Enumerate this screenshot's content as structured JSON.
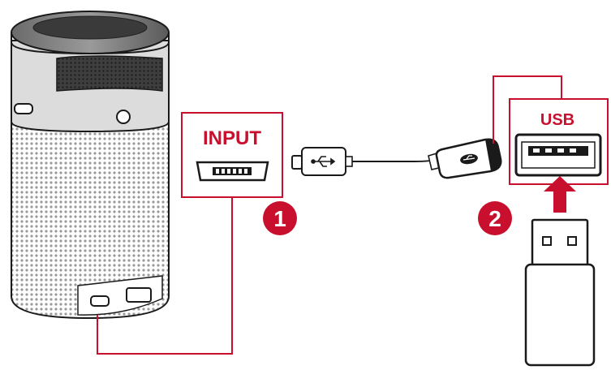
{
  "labels": {
    "input": "INPUT",
    "usb": "USB",
    "step1": "1",
    "step2": "2"
  },
  "colors": {
    "accent": "#c8102e",
    "outline": "#1a1a1a",
    "device_top": "#5a5a5a",
    "device_body": "#e9e9e9"
  },
  "icons": {
    "usb_symbol": "usb-icon",
    "power_button": "power-button-icon"
  }
}
